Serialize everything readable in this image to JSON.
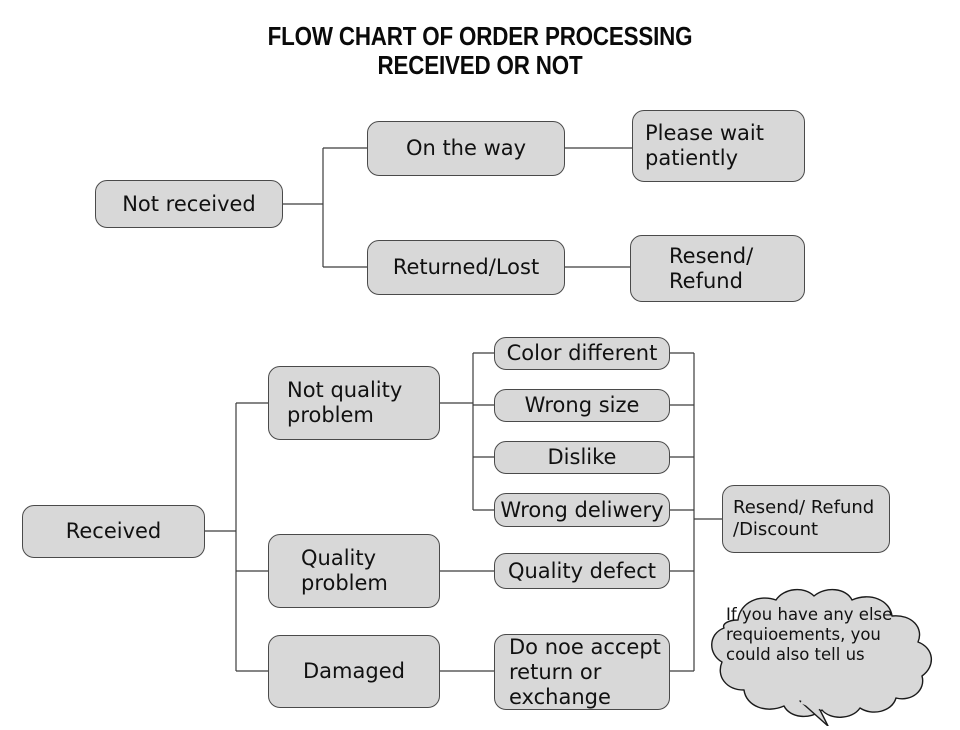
{
  "title": "FLOW CHART OF ORDER PROCESSING\nRECEIVED OR NOT",
  "theme": {
    "box_fill": "#d8d8d8",
    "box_border": "#4a4a4a",
    "connector": "#3c3c3c",
    "text": "#111111",
    "background": "#ffffff"
  },
  "branch_not_received": {
    "root": "Not received",
    "children": [
      {
        "label": "On the way",
        "outcome": "Please wait\npatiently"
      },
      {
        "label": "Returned/Lost",
        "outcome": "Resend/\nRefund"
      }
    ]
  },
  "branch_received": {
    "root": "Received",
    "categories": [
      {
        "label": "Not quality\nproblem"
      },
      {
        "label": "Quality\nproblem"
      },
      {
        "label": "Damaged"
      }
    ],
    "reasons": [
      "Color different",
      "Wrong size",
      "Dislike",
      "Wrong deliwery",
      "Quality defect",
      "Do noe accept\nreturn or\nexchange"
    ],
    "outcome": "Resend/ Refund\n/Discount"
  },
  "callout": {
    "text": "If you have any else\nrequioements, you\ncould also tell us"
  }
}
